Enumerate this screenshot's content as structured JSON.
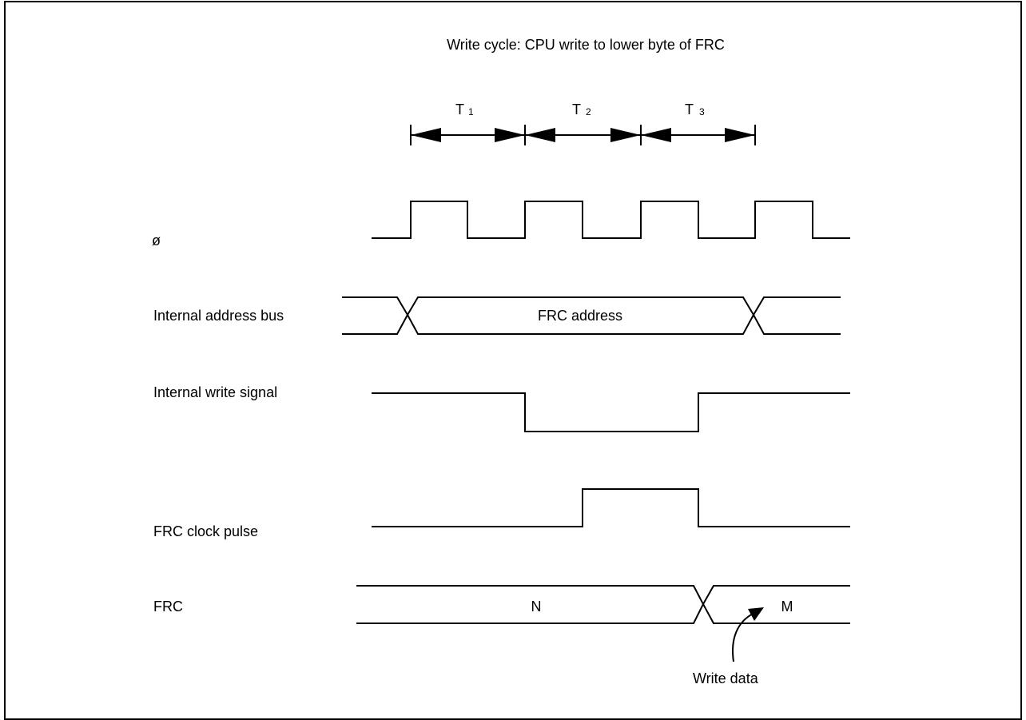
{
  "title": "Write cycle:  CPU write to lower byte of FRC",
  "states": [
    {
      "label": "T",
      "sub": "1"
    },
    {
      "label": "T",
      "sub": "2"
    },
    {
      "label": "T",
      "sub": "3"
    }
  ],
  "signals": {
    "clock": "ø",
    "address_bus": "Internal address bus",
    "write_signal": "Internal write signal",
    "clock_pulse": "FRC clock pulse",
    "frc": "FRC"
  },
  "values": {
    "address": "FRC address",
    "old_value": "N",
    "new_value": "M"
  },
  "annotation": "Write data",
  "colors": {
    "line": "#000000",
    "background": "#ffffff"
  }
}
